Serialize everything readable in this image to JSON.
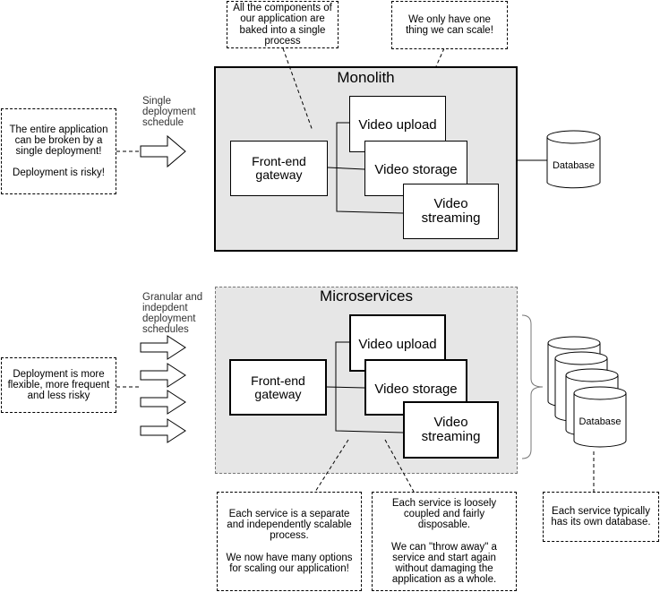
{
  "monolith": {
    "title": "Monolith",
    "gateway": "Front-end\ngateway",
    "services": [
      "Video upload",
      "Video storage",
      "Video\nstreaming"
    ],
    "database": "Database",
    "schedule_label": "Single\ndeployment\nschedule"
  },
  "microservices": {
    "title": "Microservices",
    "gateway": "Front-end\ngateway",
    "services": [
      "Video upload",
      "Video storage",
      "Video\nstreaming"
    ],
    "database": "Database",
    "schedule_label": "Granular and\nindepdent\ndeployment\nschedules"
  },
  "notes": {
    "components_baked": "All the components of\nour application are\nbaked into a single\nprocess",
    "one_thing_scale": "We only have one\nthing we can scale!",
    "entire_broken": "The entire application\ncan be broken by a\nsingle deployment!\n\nDeployment is risky!",
    "deployment_flexible": "Deployment is more\nflexible, more frequent\nand less risky",
    "separate_scalable": "Each service is a separate\nand independently scalable\nprocess.\n\nWe now have many options\nfor scaling our application!",
    "loosely_coupled": "Each service is loosely\ncoupled and fairly\ndisposable.\n\nWe can \"throw away\" a\nservice and start again\nwithout damaging the\napplication as a whole.",
    "own_database": "Each service typically\nhas its own database."
  }
}
